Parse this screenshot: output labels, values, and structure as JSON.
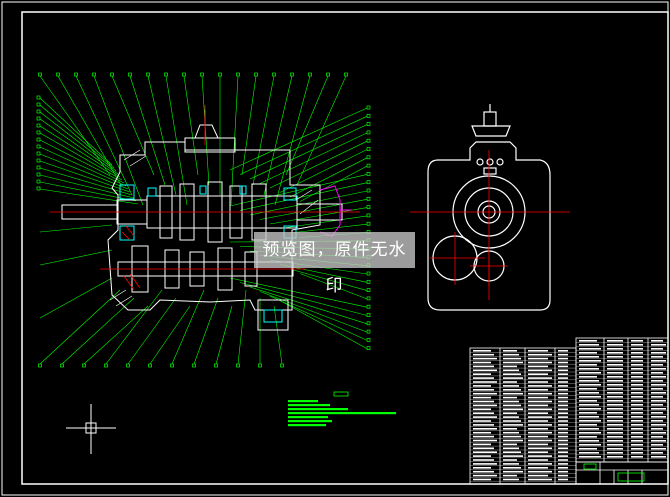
{
  "watermark": {
    "text": "预览图，原件无水印"
  },
  "colors": {
    "background": "#000000",
    "frame": "#ffffff",
    "leader": "#00ff00",
    "part": "#ffffff",
    "centerline": "#ff0000",
    "section": "#00ffff",
    "cover": "#ff00ff",
    "bom_text": "#ffffff",
    "notes_text": "#00ff00"
  },
  "views": [
    {
      "name": "main-section-view",
      "type": "gearbox-longitudinal-section"
    },
    {
      "name": "side-view",
      "type": "gearbox-end-view"
    },
    {
      "name": "ucs-icon",
      "type": "crosshair"
    }
  ],
  "tables": [
    {
      "name": "parts-list-left"
    },
    {
      "name": "parts-list-right"
    },
    {
      "name": "title-block"
    }
  ]
}
